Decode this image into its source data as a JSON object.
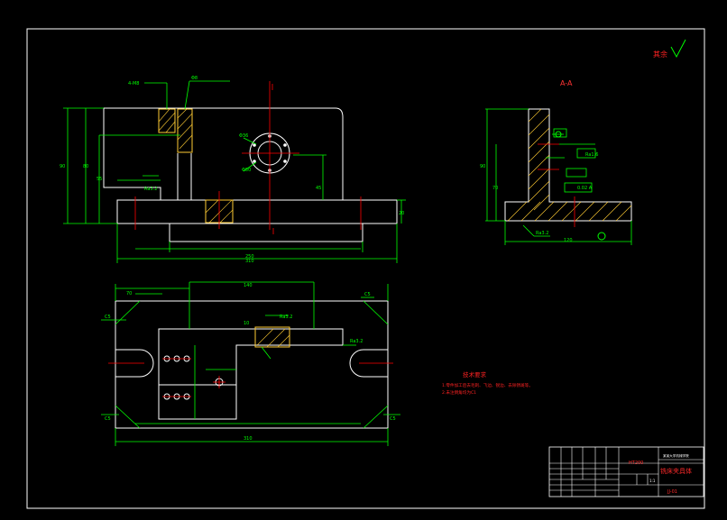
{
  "colors": {
    "background": "#000000",
    "outline": "#ffffff",
    "dimension": "#00ff00",
    "centerline": "#ff0000",
    "hatch": "#ffcc33",
    "note": "#ff2222",
    "tag": "#ff0000",
    "section_label": "#ff3333",
    "title_text": "#ff2a2a",
    "table_text": "#ffffff"
  },
  "top_right": {
    "roughness_text": "其余",
    "roughness_icon": "check-roughness-icon"
  },
  "section_label": "A-A",
  "tech_requirements": {
    "title": "技术要求",
    "items": [
      "1.零件加工后去毛刺、飞边、锐边、去除锈斑等。",
      "2.未注倒角均为C1"
    ]
  },
  "title_block": {
    "drawing_title": "铣床夹具体",
    "drawing_number": "JJ-01",
    "material": "HT200",
    "school": "某某大学机械学院",
    "scale": "1:1"
  }
}
